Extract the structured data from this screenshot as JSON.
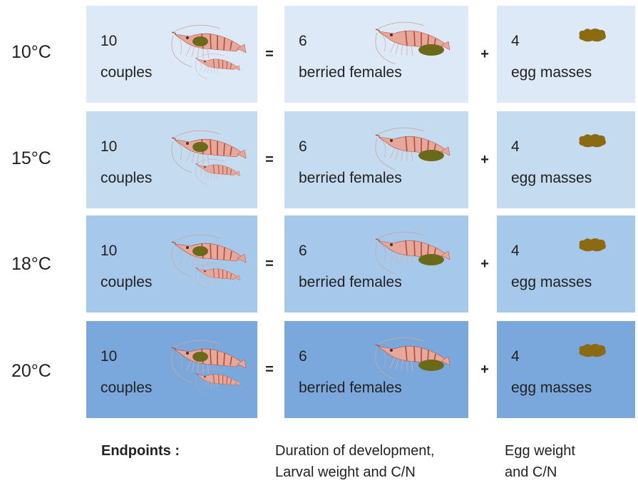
{
  "colors": {
    "row_10": "#dde9f6",
    "row_15": "#c4dbf0",
    "row_18": "#a6c8ea",
    "row_20": "#7aa8dc",
    "shrimp_body": "#e6a89a",
    "shrimp_stripe": "#b34a3a",
    "egg": "#8b6a12"
  },
  "rows": [
    {
      "temperature": "10°C",
      "couples": {
        "count": "10",
        "label": "couples",
        "icon": "shrimp-couple-icon"
      },
      "equals": "=",
      "berried": {
        "count": "6",
        "label": "berried females",
        "icon": "berried-female-shrimp-icon"
      },
      "plus": "+",
      "eggs": {
        "count": "4",
        "label": "egg masses",
        "icon": "egg-mass-icon"
      }
    },
    {
      "temperature": "15°C",
      "couples": {
        "count": "10",
        "label": "couples",
        "icon": "shrimp-couple-icon"
      },
      "equals": "=",
      "berried": {
        "count": "6",
        "label": "berried females",
        "icon": "berried-female-shrimp-icon"
      },
      "plus": "+",
      "eggs": {
        "count": "4",
        "label": "egg masses",
        "icon": "egg-mass-icon"
      }
    },
    {
      "temperature": "18°C",
      "couples": {
        "count": "10",
        "label": "couples",
        "icon": "shrimp-couple-icon"
      },
      "equals": "=",
      "berried": {
        "count": "6",
        "label": "berried females",
        "icon": "berried-female-shrimp-icon"
      },
      "plus": "+",
      "eggs": {
        "count": "4",
        "label": "egg masses",
        "icon": "egg-mass-icon"
      }
    },
    {
      "temperature": "20°C",
      "couples": {
        "count": "10",
        "label": "couples",
        "icon": "shrimp-couple-icon"
      },
      "equals": "=",
      "berried": {
        "count": "6",
        "label": "berried females",
        "icon": "berried-female-shrimp-icon"
      },
      "plus": "+",
      "eggs": {
        "count": "4",
        "label": "egg masses",
        "icon": "egg-mass-icon"
      }
    }
  ],
  "endpoints": {
    "label": "Endpoints :",
    "development": {
      "line1": "Duration of development,",
      "line2": "Larval weight and C/N"
    },
    "egg": {
      "line1": "Egg weight",
      "line2": "and C/N"
    }
  }
}
